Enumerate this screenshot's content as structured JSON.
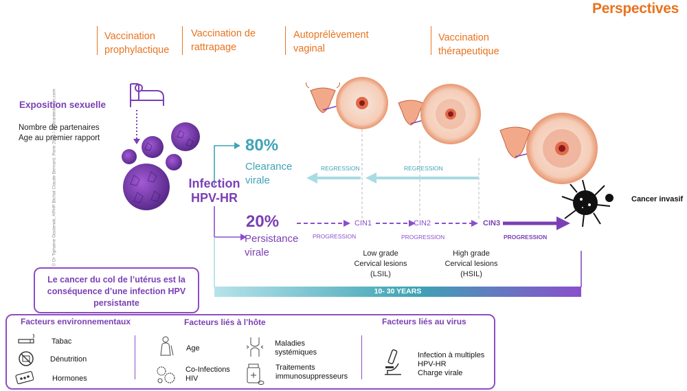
{
  "title": "Perspectives",
  "credit": "© Dr Tiphaine Goulenok, APHP Bichat Claude Bernard, Paris 2024 / amarantedesign.com",
  "phases": [
    "Vaccination prophylactique",
    "Vaccination de rattrapage",
    "Autoprélèvement vaginal",
    "Vaccination thérapeutique"
  ],
  "exposure": {
    "title": "Exposition sexuelle",
    "details": [
      "Nombre de partenaires",
      "Age au premier rapport"
    ]
  },
  "infection": {
    "line1": "Infection",
    "line2": "HPV-HR"
  },
  "clearance": {
    "percent": "80%",
    "line1": "Clearance",
    "line2": "virale"
  },
  "persistence": {
    "percent": "20%",
    "line1": "Persistance",
    "line2": "virale"
  },
  "regression_labels": [
    "REGRESSION",
    "REGRESSION"
  ],
  "progression_labels": [
    "PROGRESSION",
    "PROGRESSION",
    "PROGRESSION"
  ],
  "stages": [
    "CIN1",
    "CIN2",
    "CIN3"
  ],
  "lsil": {
    "line1": "Low grade",
    "line2": "Cervical lesions",
    "line3": "(LSIL)"
  },
  "hsil": {
    "line1": "High grade",
    "line2": "Cervical lesions",
    "line3": "(HSIL)"
  },
  "cancer": "Cancer invasif",
  "timeline": "10- 30 YEARS",
  "statement": "Le cancer du col de l’utérus est  la conséquence d’une infection HPV persistante",
  "factors": {
    "env": {
      "title": "Facteurs environnementaux",
      "items": [
        "Tabac",
        "Dénutrition",
        "Hormones"
      ]
    },
    "host": {
      "title": "Facteurs liés à l’hôte",
      "age": "Age",
      "coinf1": "Co-Infections",
      "coinf2": "HIV",
      "mal1": "Maladies",
      "mal2": "systémiques",
      "trt1": "Traitements",
      "trt2": "immunosuppresseurs"
    },
    "virus": {
      "title": "Facteurs liés au virus",
      "l1": "Infection à multiples",
      "l2": "HPV-HR",
      "l3": "Charge virale"
    }
  },
  "colors": {
    "orange": "#e8731e",
    "purple": "#7a3fb5",
    "teal": "#3ea3b5",
    "light_teal": "#a9dbe3"
  }
}
